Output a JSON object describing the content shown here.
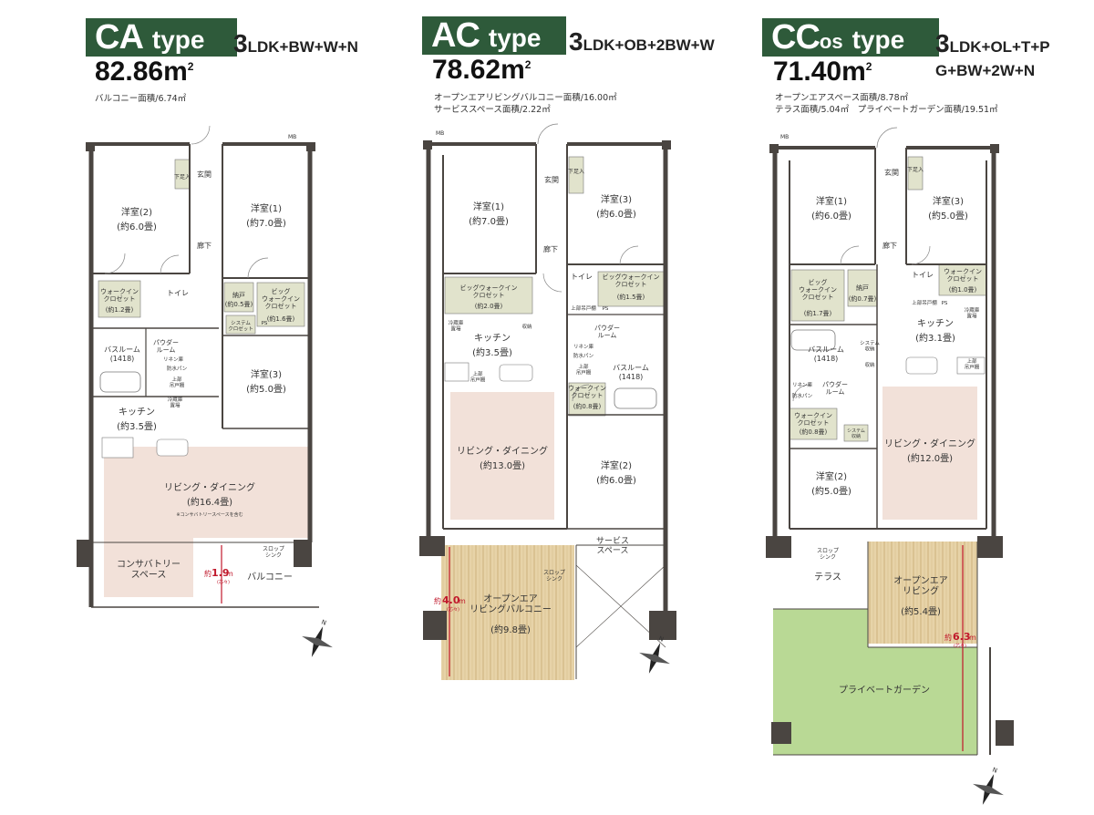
{
  "plans": [
    {
      "type_name": "CA",
      "type_word": "type",
      "type_sub": "",
      "ldk_big": "3",
      "ldk_rest": "LDK+BW+W+N",
      "ldk_line2": "",
      "area_value": "82.86m",
      "area_unit": "2",
      "notes": [
        "バルコニー面積/6.74㎡"
      ],
      "mb": "MB",
      "rooms": {
        "youshitsu2": "洋室(2)",
        "youshitsu2_size": "(約6.0畳)",
        "youshitsu1": "洋室(1)",
        "youshitsu1_size": "(約7.0畳)",
        "genkan": "玄関",
        "shitasokuire": "下足入",
        "rouka": "廊下",
        "wic_label": "ウォークイン\nクロゼット",
        "wic_size": "(約1.2畳)",
        "toilet": "トイレ",
        "nando": "納戸",
        "nando_size": "(約0.5畳)",
        "bigwic_label": "ビッグ\nウォークイン\nクロゼット",
        "bigwic_size": "(約1.6畳)",
        "system_closet": "システム\nクロゼット",
        "ps": "PS",
        "bathroom": "バスルーム",
        "bathroom_size": "(1418)",
        "powder": "パウダー\nルーム",
        "linen": "リネン庫",
        "bouki": "防水パン",
        "joubu": "上部\n吊戸棚",
        "reizouko": "冷蔵庫\n置場",
        "youshitsu3": "洋室(3)",
        "youshitsu3_size": "(約5.0畳)",
        "kitchen": "キッチン",
        "kitchen_size": "(約3.5畳)",
        "living": "リビング・ダイニング",
        "living_size": "(約16.4畳)",
        "living_note": "※コンサバトリースペースを含む",
        "conservatory": "コンサバトリー\nスペース",
        "slop_sink": "スロップ\nシンク",
        "balcony": "バルコニー",
        "depth_prefix": "約",
        "depth_value": "1.9",
        "depth_unit": "m",
        "depth_note": "(芯々)"
      }
    },
    {
      "type_name": "AC",
      "type_word": "type",
      "type_sub": "",
      "ldk_big": "3",
      "ldk_rest": "LDK+OB+2BW+W",
      "ldk_line2": "",
      "area_value": "78.62m",
      "area_unit": "2",
      "notes": [
        "オープンエアリビングバルコニー面積/16.00㎡",
        "サービススペース面積/2.22㎡"
      ],
      "mb": "MB",
      "rooms": {
        "youshitsu1": "洋室(1)",
        "youshitsu1_size": "(約7.0畳)",
        "genkan": "玄関",
        "shitasokuire": "下足入",
        "youshitsu3": "洋室(3)",
        "youshitsu3_size": "(約6.0畳)",
        "rouka": "廊下",
        "bigwic1_label": "ビッグウォークイン\nクロゼット",
        "bigwic1_size": "(約2.0畳)",
        "toilet": "トイレ",
        "bigwic2_label": "ビッグウォークイン\nクロゼット",
        "bigwic2_size": "(約1.5畳)",
        "joubu_toilet": "上部吊戸棚",
        "ps": "PS",
        "reizouko": "冷蔵庫\n置場",
        "shuunou": "収納",
        "kitchen": "キッチン",
        "kitchen_size": "(約3.5畳)",
        "powder": "パウダー\nルーム",
        "linen": "リネン庫",
        "bouki": "防水パン",
        "joubu": "上部\n吊戸棚",
        "bathroom": "バスルーム",
        "bathroom_size": "(1418)",
        "joubu_kitchen": "上部\n吊戸棚",
        "wic_label": "ウォークイン\nクロゼット",
        "wic_size": "(約0.8畳)",
        "living": "リビング・ダイニング",
        "living_size": "(約13.0畳)",
        "youshitsu2": "洋室(2)",
        "youshitsu2_size": "(約6.0畳)",
        "service_space": "サービス\nスペース",
        "slop_sink": "スロップ\nシンク",
        "open_air": "オープンエア\nリビングバルコニー",
        "open_air_size": "(約9.8畳)",
        "depth_prefix": "約",
        "depth_value": "4.0",
        "depth_unit": "m",
        "depth_note": "(芯々)"
      }
    },
    {
      "type_name": "CC",
      "type_word": "type",
      "type_sub": "os",
      "ldk_big": "3",
      "ldk_rest": "LDK+OL+T+P",
      "ldk_line2": "G+BW+2W+N",
      "area_value": "71.40m",
      "area_unit": "2",
      "notes": [
        "オープンエアスペース面積/8.78㎡",
        "テラス面積/5.04㎡　プライベートガーデン面積/19.51㎡"
      ],
      "mb": "MB",
      "rooms": {
        "youshitsu1": "洋室(1)",
        "youshitsu1_size": "(約6.0畳)",
        "genkan": "玄関",
        "shitasokuire": "下足入",
        "youshitsu3": "洋室(3)",
        "youshitsu3_size": "(約5.0畳)",
        "rouka": "廊下",
        "bigwic_label": "ビッグ\nウォークイン\nクロゼット",
        "bigwic_size": "(約1.7畳)",
        "nando": "納戸",
        "nando_size": "(約0.7畳)",
        "toilet": "トイレ",
        "wic1_label": "ウォークイン\nクロゼット",
        "wic1_size": "(約1.0畳)",
        "joubu_toilet": "上部吊戸棚",
        "ps": "PS",
        "reizouko": "冷蔵庫\n置場",
        "kitchen": "キッチン",
        "kitchen_size": "(約3.1畳)",
        "bathroom": "バスルーム",
        "bathroom_size": "(1418)",
        "system_shuunou": "システム\n収納",
        "shuunou": "収納",
        "linen": "リネン庫",
        "bouki": "防水パン",
        "powder": "パウダー\nルーム",
        "joubu_kitchen": "上部\n吊戸棚",
        "wic2_label": "ウォークイン\nクロゼット",
        "wic2_size": "(約0.8畳)",
        "system_closet": "システム\n収納",
        "living": "リビング・ダイニング",
        "living_size": "(約12.0畳)",
        "youshitsu2": "洋室(2)",
        "youshitsu2_size": "(約5.0畳)",
        "slop_sink": "スロップ\nシンク",
        "terrace": "テラス",
        "open_air": "オープンエア\nリビング",
        "open_air_size": "(約5.4畳)",
        "garden": "プライベートガーデン",
        "depth_prefix": "約",
        "depth_value": "6.3",
        "depth_unit": "m",
        "depth_note": "(芯々)"
      }
    }
  ],
  "compass_letter": "N",
  "colors": {
    "badge": "#2e5a3a",
    "wall": "#4a4541",
    "closet": "#e1e3cc",
    "living_floor": "#f2e1d9",
    "deck": "#e7d3a8",
    "garden": "#b9d995",
    "dimension_red": "#c0182b"
  }
}
